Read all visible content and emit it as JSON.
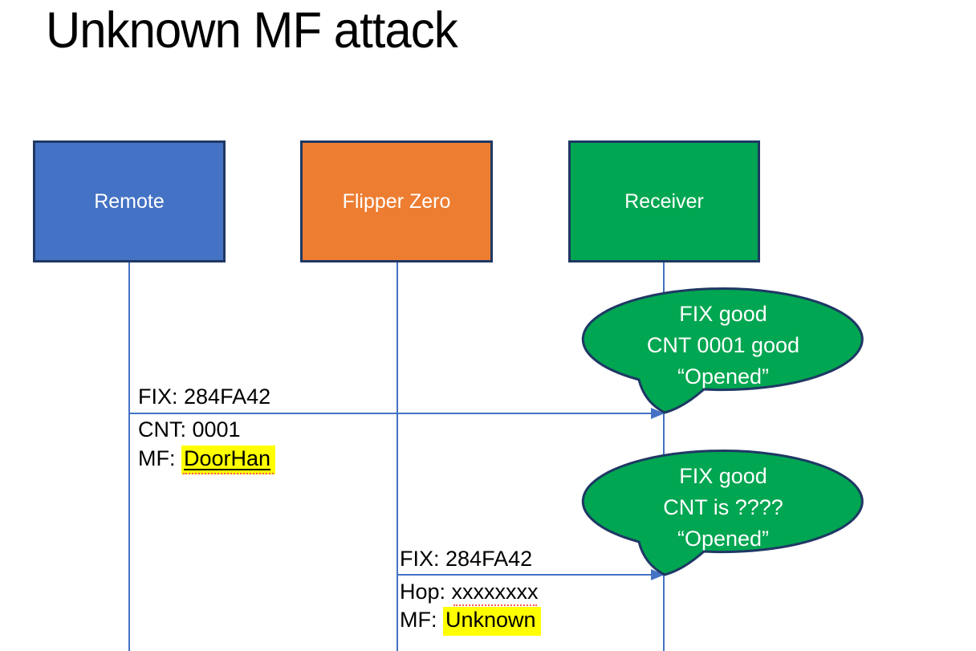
{
  "slide_title": "Unknown MF attack",
  "actors": [
    {
      "label": "Remote",
      "fill": "#4472C4"
    },
    {
      "label": "Flipper Zero",
      "fill": "#ED7D31"
    },
    {
      "label": "Receiver",
      "fill": "#00A651"
    }
  ],
  "messages": [
    {
      "from": "Remote",
      "to": "Receiver",
      "rows": [
        {
          "prefix": "FIX: ",
          "value": "284FA42"
        },
        {
          "prefix": "CNT: ",
          "value": "0001"
        },
        {
          "prefix": "MF: ",
          "value": "DoorHan"
        }
      ]
    },
    {
      "from": "Flipper Zero",
      "to": "Receiver",
      "rows": [
        {
          "prefix": "FIX: ",
          "value": "284FA42"
        },
        {
          "prefix": "Hop: ",
          "value": "xxxxxxxx"
        },
        {
          "prefix": "MF: ",
          "value": "Unknown"
        }
      ]
    }
  ],
  "callouts": [
    {
      "line1": "FIX good",
      "line2": "CNT 0001 good",
      "line3": "“Opened”"
    },
    {
      "line1": "FIX good",
      "line2": "CNT is ????",
      "line3": "“Opened”"
    }
  ],
  "colors": {
    "actor_blue": "#4472C4",
    "actor_orange": "#ED7D31",
    "actor_green": "#00A651",
    "outline_navy": "#1F3864",
    "line_blue": "#4472C4",
    "highlight_yellow": "#FFFF00",
    "squiggle_red": "#FF5A52"
  }
}
